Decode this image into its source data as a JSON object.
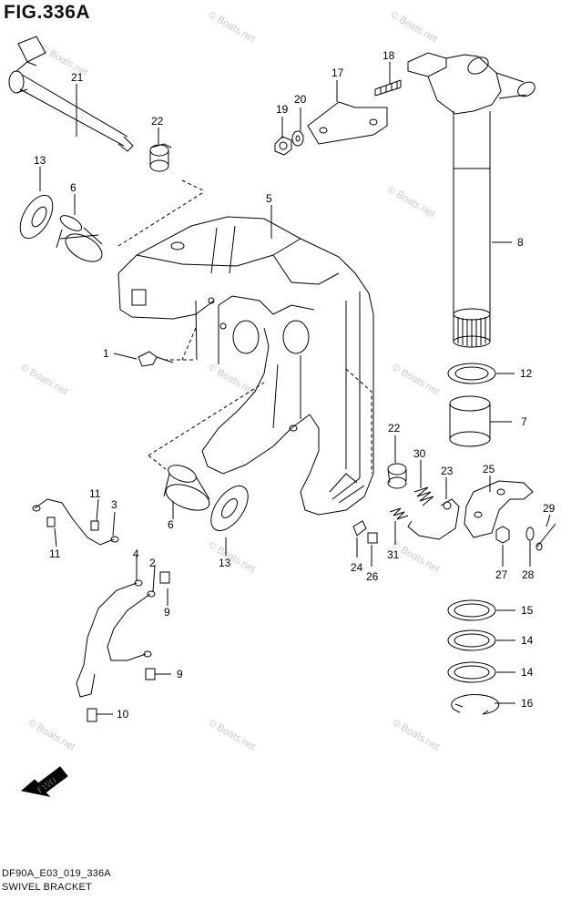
{
  "figure": {
    "title": "FIG.336A"
  },
  "watermark": {
    "text": "© Boats.net"
  },
  "footer": {
    "code": "DF90A_E03_019_336A",
    "name": "SWIVEL BRACKET"
  },
  "fwd": {
    "label": "FWD"
  },
  "callouts": [
    {
      "id": "c1",
      "label": "1"
    },
    {
      "id": "c2",
      "label": "2"
    },
    {
      "id": "c3",
      "label": "3"
    },
    {
      "id": "c4",
      "label": "4"
    },
    {
      "id": "c5",
      "label": "5"
    },
    {
      "id": "c6a",
      "label": "6"
    },
    {
      "id": "c6b",
      "label": "6"
    },
    {
      "id": "c7",
      "label": "7"
    },
    {
      "id": "c8",
      "label": "8"
    },
    {
      "id": "c9a",
      "label": "9"
    },
    {
      "id": "c9b",
      "label": "9"
    },
    {
      "id": "c10",
      "label": "10"
    },
    {
      "id": "c11a",
      "label": "11"
    },
    {
      "id": "c11b",
      "label": "11"
    },
    {
      "id": "c12",
      "label": "12"
    },
    {
      "id": "c13a",
      "label": "13"
    },
    {
      "id": "c13b",
      "label": "13"
    },
    {
      "id": "c14a",
      "label": "14"
    },
    {
      "id": "c14b",
      "label": "14"
    },
    {
      "id": "c15",
      "label": "15"
    },
    {
      "id": "c16",
      "label": "16"
    },
    {
      "id": "c17",
      "label": "17"
    },
    {
      "id": "c18",
      "label": "18"
    },
    {
      "id": "c19",
      "label": "19"
    },
    {
      "id": "c20",
      "label": "20"
    },
    {
      "id": "c21",
      "label": "21"
    },
    {
      "id": "c22a",
      "label": "22"
    },
    {
      "id": "c22b",
      "label": "22"
    },
    {
      "id": "c23",
      "label": "23"
    },
    {
      "id": "c24",
      "label": "24"
    },
    {
      "id": "c25",
      "label": "25"
    },
    {
      "id": "c26",
      "label": "26"
    },
    {
      "id": "c27",
      "label": "27"
    },
    {
      "id": "c28",
      "label": "28"
    },
    {
      "id": "c29",
      "label": "29"
    },
    {
      "id": "c30",
      "label": "30"
    },
    {
      "id": "c31",
      "label": "31"
    }
  ]
}
